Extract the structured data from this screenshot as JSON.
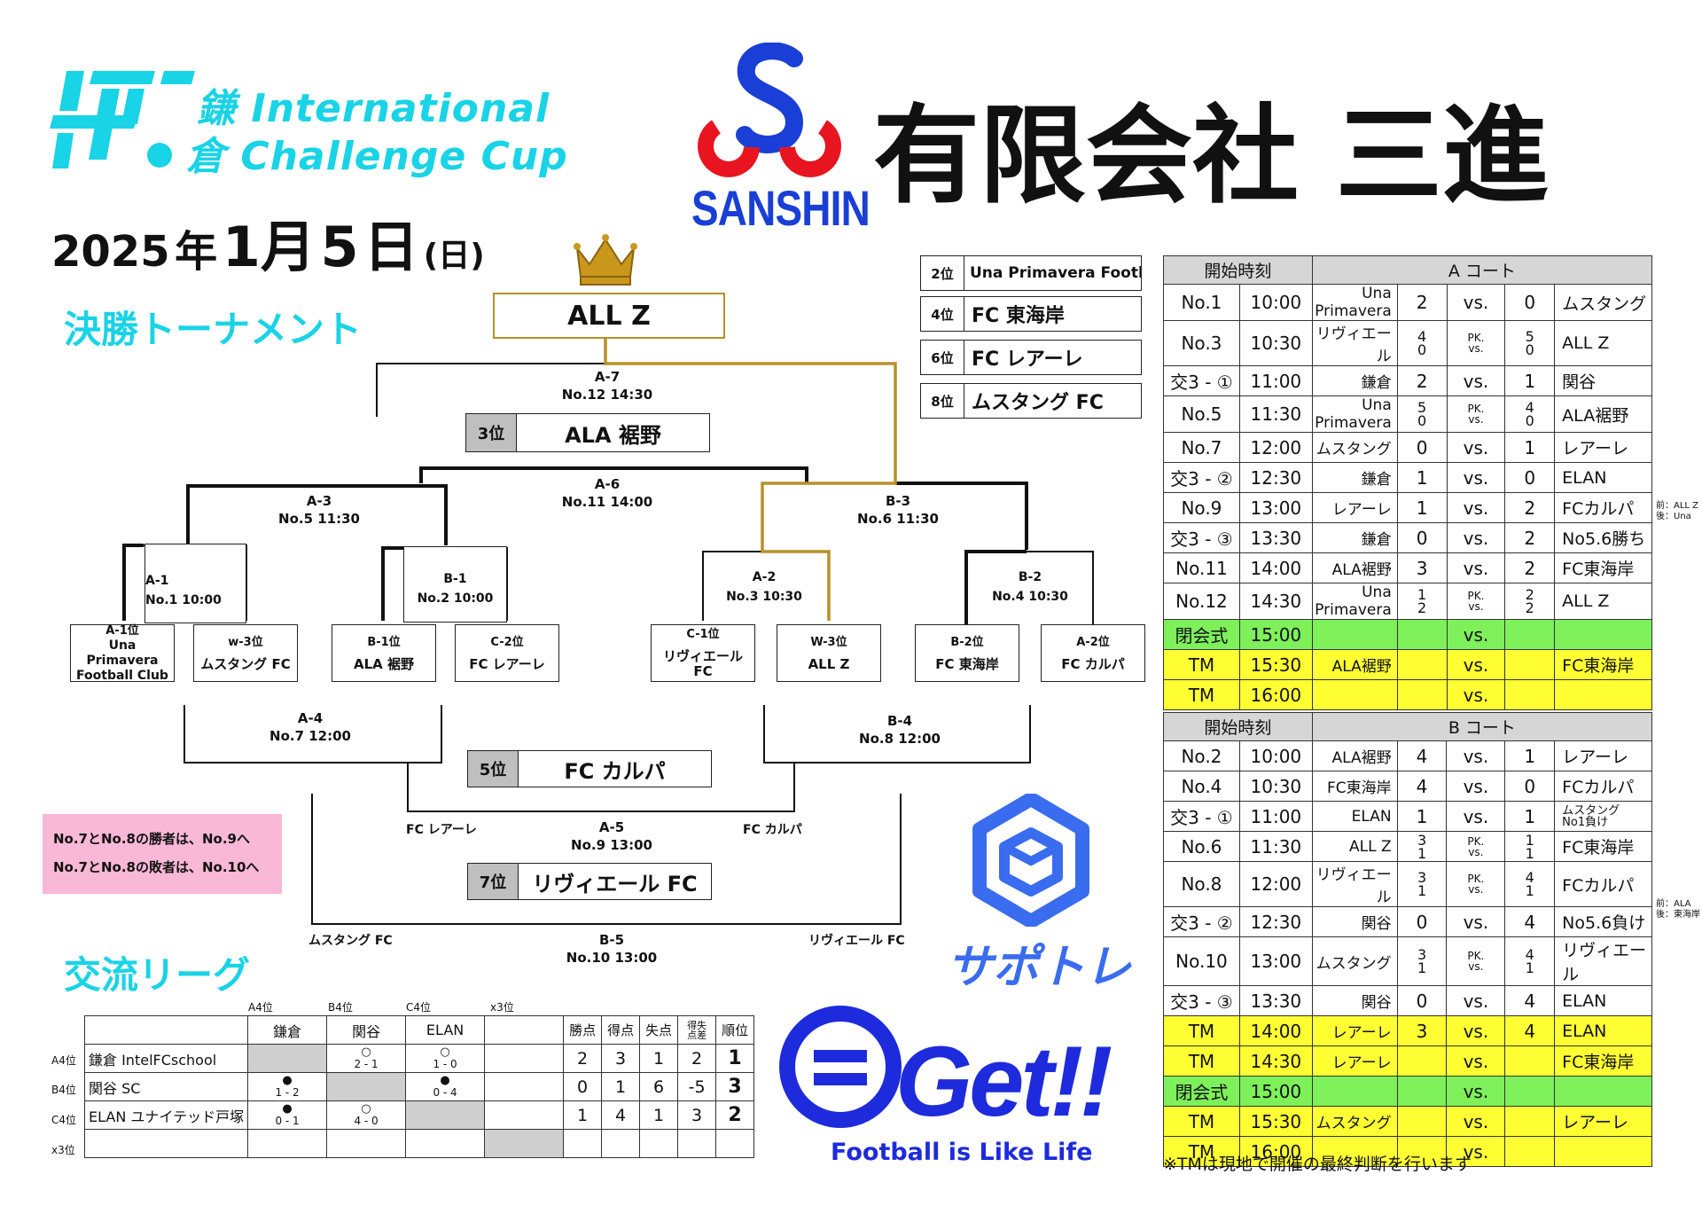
{
  "header": {
    "cup_line1": "鎌 International",
    "cup_line2": "倉 Challenge Cup",
    "date_year": "2025",
    "date_nen": "年",
    "date_month": "1月",
    "date_day": "5",
    "date_nichi": "日",
    "date_weekday": "(日)",
    "company": "有限会社 三進",
    "sanshin": "SANSHIN"
  },
  "tournament": {
    "title": "決勝トーナメント",
    "champion": "ALL Z",
    "final": {
      "code": "A-7",
      "info": "No.12 14:30"
    },
    "third": {
      "rank": "3位",
      "team": "ALA 裾野"
    },
    "a6": {
      "code": "A-6",
      "info": "No.11 14:00"
    },
    "a3": {
      "code": "A-3",
      "info": "No.5 11:30"
    },
    "b3": {
      "code": "B-3",
      "info": "No.6 11:30"
    },
    "a1": {
      "code": "A-1",
      "info": "No.1  10:00"
    },
    "b1": {
      "code": "B-1",
      "info": "No.2  10:00"
    },
    "a2": {
      "code": "A-2",
      "info": "No.3  10:30"
    },
    "b2": {
      "code": "B-2",
      "info": "No.4  10:30"
    },
    "teams": [
      {
        "seed": "A-1位",
        "name": "Una Primavera\nFootball Club"
      },
      {
        "seed": "w-3位",
        "name": "ムスタング FC"
      },
      {
        "seed": "B-1位",
        "name": "ALA 裾野"
      },
      {
        "seed": "C-2位",
        "name": "FC レアーレ"
      },
      {
        "seed": "C-1位",
        "name": "リヴィエール FC"
      },
      {
        "seed": "W-3位",
        "name": "ALL Z"
      },
      {
        "seed": "B-2位",
        "name": "FC 東海岸"
      },
      {
        "seed": "A-2位",
        "name": "FC カルパ"
      }
    ],
    "a4": {
      "code": "A-4",
      "info": "No.7 12:00"
    },
    "b4": {
      "code": "B-4",
      "info": "No.8 12:00"
    },
    "fifth": {
      "rank": "5位",
      "team": "FC カルパ"
    },
    "a5": {
      "code": "A-5",
      "info": "No.9 13:00",
      "left": "FC レアーレ",
      "right": "FC カルパ"
    },
    "seventh": {
      "rank": "7位",
      "team": "リヴィエール FC"
    },
    "b5": {
      "code": "B-5",
      "info": "No.10 13:00",
      "left": "ムスタング FC",
      "right": "リヴィエール FC"
    },
    "note1": "No.7とNo.8の勝者は、No.9へ",
    "note2": "No.7とNo.8の敗者は、No.10へ"
  },
  "rankings": [
    {
      "rank": "2位",
      "team": "Una Primavera Football Club"
    },
    {
      "rank": "4位",
      "team": "FC 東海岸"
    },
    {
      "rank": "6位",
      "team": "FC レアーレ"
    },
    {
      "rank": "8位",
      "team": "ムスタング FC"
    }
  ],
  "court_a": {
    "head_time": "開始時刻",
    "head_court": "A コート",
    "rows": [
      {
        "no": "No.1",
        "time": "10:00",
        "left": "Una Primavera",
        "ls": "2",
        "vs": "vs.",
        "rs": "0",
        "right": "ムスタング",
        "style": ""
      },
      {
        "no": "No.3",
        "time": "10:30",
        "left": "リヴィエール",
        "ls": "4\n0",
        "vs": "PK.\nvs.",
        "rs": "5\n0",
        "right": "ALL Z",
        "style": ""
      },
      {
        "no": "交3 - ①",
        "time": "11:00",
        "left": "鎌倉",
        "ls": "2",
        "vs": "vs.",
        "rs": "1",
        "right": "関谷",
        "style": ""
      },
      {
        "no": "No.5",
        "time": "11:30",
        "left": "Una Primavera",
        "ls": "5\n0",
        "vs": "PK.\nvs.",
        "rs": "4\n0",
        "right": "ALA裾野",
        "style": ""
      },
      {
        "no": "No.7",
        "time": "12:00",
        "left": "ムスタング",
        "ls": "0",
        "vs": "vs.",
        "rs": "1",
        "right": "レアーレ",
        "style": ""
      },
      {
        "no": "交3 - ②",
        "time": "12:30",
        "left": "鎌倉",
        "ls": "1",
        "vs": "vs.",
        "rs": "0",
        "right": "ELAN",
        "style": ""
      },
      {
        "no": "No.9",
        "time": "13:00",
        "left": "レアーレ",
        "ls": "1",
        "vs": "vs.",
        "rs": "2",
        "right": "FCカルパ",
        "style": ""
      },
      {
        "no": "交3 - ③",
        "time": "13:30",
        "left": "鎌倉",
        "ls": "0",
        "vs": "vs.",
        "rs": "2",
        "right": "No5.6勝ち",
        "style": ""
      },
      {
        "no": "No.11",
        "time": "14:00",
        "left": "ALA裾野",
        "ls": "3",
        "vs": "vs.",
        "rs": "2",
        "right": "FC東海岸",
        "style": ""
      },
      {
        "no": "No.12",
        "time": "14:30",
        "left": "Una Primavera",
        "ls": "1\n2",
        "vs": "PK.\nvs.",
        "rs": "2\n2",
        "right": "ALL Z",
        "style": ""
      },
      {
        "no": "閉会式",
        "time": "15:00",
        "left": "",
        "ls": "",
        "vs": "vs.",
        "rs": "",
        "right": "",
        "style": "green"
      },
      {
        "no": "TM",
        "time": "15:30",
        "left": "ALA裾野",
        "ls": "",
        "vs": "vs.",
        "rs": "",
        "right": "FC東海岸",
        "style": "yellow"
      },
      {
        "no": "TM",
        "time": "16:00",
        "left": "",
        "ls": "",
        "vs": "vs.",
        "rs": "",
        "right": "",
        "style": "yellow"
      }
    ],
    "side_note": "前：ALL Z\n後：Una"
  },
  "court_b": {
    "head_time": "開始時刻",
    "head_court": "B コート",
    "rows": [
      {
        "no": "No.2",
        "time": "10:00",
        "left": "ALA裾野",
        "ls": "4",
        "vs": "vs.",
        "rs": "1",
        "right": "レアーレ",
        "style": ""
      },
      {
        "no": "No.4",
        "time": "10:30",
        "left": "FC東海岸",
        "ls": "4",
        "vs": "vs.",
        "rs": "0",
        "right": "FCカルパ",
        "style": ""
      },
      {
        "no": "交3 - ①",
        "time": "11:00",
        "left": "ELAN",
        "ls": "1",
        "vs": "vs.",
        "rs": "1",
        "right": "ムスタング\nNo1負け",
        "style": ""
      },
      {
        "no": "No.6",
        "time": "11:30",
        "left": "ALL Z",
        "ls": "3\n1",
        "vs": "PK.\nvs.",
        "rs": "1\n1",
        "right": "FC東海岸",
        "style": ""
      },
      {
        "no": "No.8",
        "time": "12:00",
        "left": "リヴィエール",
        "ls": "3\n1",
        "vs": "PK.\nvs.",
        "rs": "4\n1",
        "right": "FCカルパ",
        "style": ""
      },
      {
        "no": "交3 - ②",
        "time": "12:30",
        "left": "関谷",
        "ls": "0",
        "vs": "vs.",
        "rs": "4",
        "right": "No5.6負け",
        "style": ""
      },
      {
        "no": "No.10",
        "time": "13:00",
        "left": "ムスタング",
        "ls": "3\n1",
        "vs": "PK.\nvs.",
        "rs": "4\n1",
        "right": "リヴィエール",
        "style": ""
      },
      {
        "no": "交3 - ③",
        "time": "13:30",
        "left": "関谷",
        "ls": "0",
        "vs": "vs.",
        "rs": "4",
        "right": "ELAN",
        "style": ""
      },
      {
        "no": "TM",
        "time": "14:00",
        "left": "レアーレ",
        "ls": "3",
        "vs": "vs.",
        "rs": "4",
        "right": "ELAN",
        "style": "yellow"
      },
      {
        "no": "TM",
        "time": "14:30",
        "left": "レアーレ",
        "ls": "",
        "vs": "vs.",
        "rs": "",
        "right": "FC東海岸",
        "style": "yellow"
      },
      {
        "no": "閉会式",
        "time": "15:00",
        "left": "",
        "ls": "",
        "vs": "vs.",
        "rs": "",
        "right": "",
        "style": "green"
      },
      {
        "no": "TM",
        "time": "15:30",
        "left": "ムスタング",
        "ls": "",
        "vs": "vs.",
        "rs": "",
        "right": "レアーレ",
        "style": "yellow"
      },
      {
        "no": "TM",
        "time": "16:00",
        "left": "",
        "ls": "",
        "vs": "vs.",
        "rs": "",
        "right": "",
        "style": "yellow"
      }
    ],
    "side_note": "前：ALA\n後：東海岸",
    "footnote": "※TMは現地で開催の最終判断を行います"
  },
  "league": {
    "title": "交流リーグ",
    "col_seeds": [
      "A4位",
      "B4位",
      "C4位",
      "x3位"
    ],
    "col_heads": [
      "鎌倉",
      "関谷",
      "ELAN",
      ""
    ],
    "stat_heads": [
      "勝点",
      "得点",
      "失点",
      "得失\n点差",
      "順位"
    ],
    "rows": [
      {
        "seed": "A4位",
        "name": "鎌倉 IntelFCschool",
        "cells": [
          "",
          "2 - 1",
          "1 - 0",
          ""
        ],
        "marks": [
          "",
          "○",
          "○",
          ""
        ],
        "stats": [
          "2",
          "3",
          "1",
          "2",
          "1"
        ]
      },
      {
        "seed": "B4位",
        "name": "関谷 SC",
        "cells": [
          "1 - 2",
          "",
          "0 - 4",
          ""
        ],
        "marks": [
          "●",
          "",
          "●",
          ""
        ],
        "stats": [
          "0",
          "1",
          "6",
          "-5",
          "3"
        ]
      },
      {
        "seed": "C4位",
        "name": "ELAN ユナイテッド戸塚",
        "cells": [
          "0 - 1",
          "4 - 0",
          "",
          ""
        ],
        "marks": [
          "●",
          "○",
          "",
          ""
        ],
        "stats": [
          "1",
          "4",
          "1",
          "3",
          "2"
        ]
      },
      {
        "seed": "x3位",
        "name": "",
        "cells": [
          "",
          "",
          "",
          ""
        ],
        "marks": [
          "",
          "",
          "",
          ""
        ],
        "stats": [
          "",
          "",
          "",
          "",
          ""
        ]
      }
    ]
  },
  "sponsors": {
    "sapotore": "サポトレ",
    "get": "Get!!",
    "tagline": "Football is Like Life"
  },
  "colors": {
    "accent_cyan": "#19d3e6",
    "gold_line": "#b8902a",
    "blue": "#1d2bdc",
    "red": "#e8141f",
    "green_row": "#7ef05a",
    "yellow_row": "#ffff33",
    "pink_note": "#f9b8d6"
  }
}
